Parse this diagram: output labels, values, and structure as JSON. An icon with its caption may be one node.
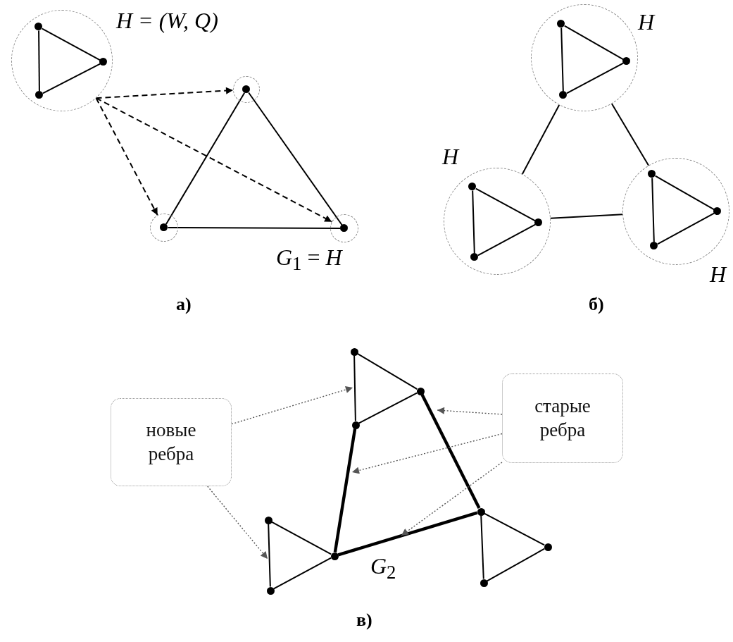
{
  "diagram": {
    "nodes": [
      {
        "text": [],
        "shape": "circle",
        "beside": [
          "*H* = (*W*, *Q*)"
        ]
      },
      {
        "text": [],
        "shape": "circle",
        "in": 0
      },
      {
        "text": [],
        "shape": "circle",
        "in": 0
      },
      {
        "text": [],
        "shape": "circle",
        "in": 0
      },
      {
        "text": [],
        "shape": "circle"
      },
      {
        "text": [],
        "shape": "circle"
      },
      {
        "text": [],
        "shape": "circle"
      },
      {
        "text": [],
        "shape": "circle",
        "in": 4
      },
      {
        "text": [],
        "shape": "circle",
        "in": 5
      },
      {
        "text": [],
        "shape": "circle",
        "in": 6
      },
      {
        "text": [],
        "shape": "circle",
        "beside": [
          "H"
        ]
      },
      {
        "text": [],
        "shape": "circle",
        "in": 10
      },
      {
        "text": [],
        "shape": "circle",
        "in": 10
      },
      {
        "text": [],
        "shape": "circle",
        "in": 10
      },
      {
        "text": [],
        "shape": "circle",
        "beside": [
          "H"
        ]
      },
      {
        "text": [],
        "shape": "circle",
        "in": 14
      },
      {
        "text": [],
        "shape": "circle",
        "in": 14
      },
      {
        "text": [],
        "shape": "circle",
        "in": 14
      },
      {
        "text": [],
        "shape": "circle",
        "beside": [
          "H"
        ]
      },
      {
        "text": [],
        "shape": "circle",
        "in": 18
      },
      {
        "text": [],
        "shape": "circle",
        "in": 18
      },
      {
        "text": [],
        "shape": "circle",
        "in": 18
      },
      {
        "text": [
          "новые ребра"
        ]
      },
      {
        "text": [
          "старые ребра"
        ]
      },
      {
        "text": [],
        "shape": "circle"
      },
      {
        "text": [],
        "shape": "circle"
      },
      {
        "text": [],
        "shape": "circle"
      },
      {
        "text": [],
        "shape": "circle"
      },
      {
        "text": [],
        "shape": "circle"
      },
      {
        "text": [],
        "shape": "circle"
      },
      {
        "text": [],
        "shape": "circle"
      },
      {
        "text": [],
        "shape": "circle"
      },
      {
        "text": [],
        "shape": "circle"
      }
    ],
    "edges": [
      {
        "from": 1,
        "to": 2,
        "arrow": "none"
      },
      {
        "from": 2,
        "to": 3,
        "arrow": "none"
      },
      {
        "from": 3,
        "to": 1,
        "arrow": "none"
      },
      {
        "from": 7,
        "to": 8,
        "arrow": "none"
      },
      {
        "from": 8,
        "to": 9,
        "arrow": "none"
      },
      {
        "from": 9,
        "to": 7,
        "arrow": "none"
      },
      {
        "from": 0,
        "to": 4,
        "arrow": "to",
        "style": "dashed"
      },
      {
        "from": 0,
        "to": 5,
        "arrow": "to",
        "style": "dashed"
      },
      {
        "from": 0,
        "to": 6,
        "arrow": "to",
        "style": "dashed"
      },
      {
        "from": 11,
        "to": 12,
        "arrow": "none"
      },
      {
        "from": 12,
        "to": 13,
        "arrow": "none"
      },
      {
        "from": 13,
        "to": 11,
        "arrow": "none"
      },
      {
        "from": 15,
        "to": 16,
        "arrow": "none"
      },
      {
        "from": 16,
        "to": 17,
        "arrow": "none"
      },
      {
        "from": 17,
        "to": 15,
        "arrow": "none"
      },
      {
        "from": 19,
        "to": 20,
        "arrow": "none"
      },
      {
        "from": 20,
        "to": 21,
        "arrow": "none"
      },
      {
        "from": 21,
        "to": 19,
        "arrow": "none"
      },
      {
        "from": 10,
        "to": 14,
        "arrow": "none"
      },
      {
        "from": 10,
        "to": 18,
        "arrow": "none"
      },
      {
        "from": 14,
        "to": 18,
        "arrow": "none"
      },
      {
        "from": 24,
        "to": 25,
        "arrow": "none"
      },
      {
        "from": 25,
        "to": 26,
        "arrow": "none"
      },
      {
        "from": 26,
        "to": 24,
        "arrow": "none"
      },
      {
        "from": 27,
        "to": 28,
        "arrow": "none"
      },
      {
        "from": 28,
        "to": 29,
        "arrow": "none"
      },
      {
        "from": 29,
        "to": 27,
        "arrow": "none"
      },
      {
        "from": 30,
        "to": 31,
        "arrow": "none"
      },
      {
        "from": 31,
        "to": 32,
        "arrow": "none"
      },
      {
        "from": 32,
        "to": 30,
        "arrow": "none"
      },
      {
        "from": 26,
        "to": 28,
        "arrow": "none",
        "style": "thick"
      },
      {
        "from": 25,
        "to": 30,
        "arrow": "none",
        "style": "thick"
      },
      {
        "from": 28,
        "to": 30,
        "arrow": "none",
        "style": "thick"
      },
      {
        "from": 22,
        "to": null,
        "arrow": "to",
        "style": "dashed",
        "color": "#555555"
      },
      {
        "from": 22,
        "to": null,
        "arrow": "to",
        "style": "dashed",
        "color": "#555555"
      },
      {
        "from": 23,
        "to": null,
        "arrow": "to",
        "style": "dashed",
        "color": "#555555"
      },
      {
        "from": 23,
        "to": null,
        "arrow": "to",
        "style": "dashed",
        "color": "#555555"
      },
      {
        "from": 23,
        "to": null,
        "arrow": "to",
        "style": "dashed",
        "color": "#555555"
      }
    ],
    "labels": [
      "*G*$_{1}$ = *H*",
      "а)",
      "б)",
      "*G*$_{2}$",
      "в)"
    ]
  }
}
